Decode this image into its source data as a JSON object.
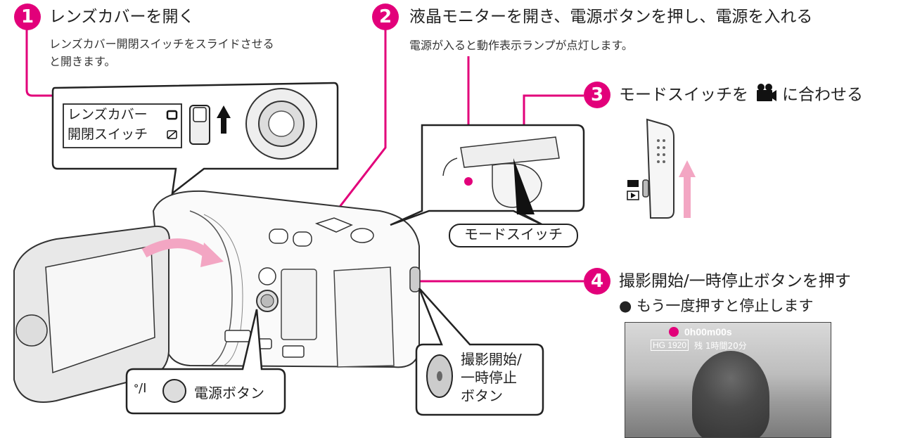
{
  "steps": [
    {
      "number": "1",
      "title": "レンズカバーを開く",
      "desc_line1": "レンズカバー開閉スイッチをスライドさせる",
      "desc_line2": "と開きます。"
    },
    {
      "number": "2",
      "title": "液晶モニターを開き、電源ボタンを押し、電源を入れる",
      "desc": "電源が入ると動作表示ランプが点灯します。"
    },
    {
      "number": "3",
      "title_before": "モードスイッチを",
      "title_after": "に合わせる",
      "icon": "movie-camera-icon"
    },
    {
      "number": "4",
      "title": "撮影開始/一時停止ボタンを押す",
      "bullet": "● もう一度押すと停止します"
    }
  ],
  "callouts": {
    "lens_switch_line1": "レンズカバー",
    "lens_switch_line2": "開閉スイッチ",
    "mode_switch": "モードスイッチ",
    "power_symbol": "ᐤ/I",
    "power_button": "電源ボタン",
    "record_line1": "撮影開始/",
    "record_line2": "一時停止",
    "record_line3": "ボタン"
  },
  "lcd_preview": {
    "record_time": "0h00m00s",
    "quality": "HG 1920",
    "remaining": "残 1時間20分"
  },
  "colors": {
    "accent": "#e2007a",
    "arrow_pink": "#f3a6c3",
    "line": "#222222"
  }
}
